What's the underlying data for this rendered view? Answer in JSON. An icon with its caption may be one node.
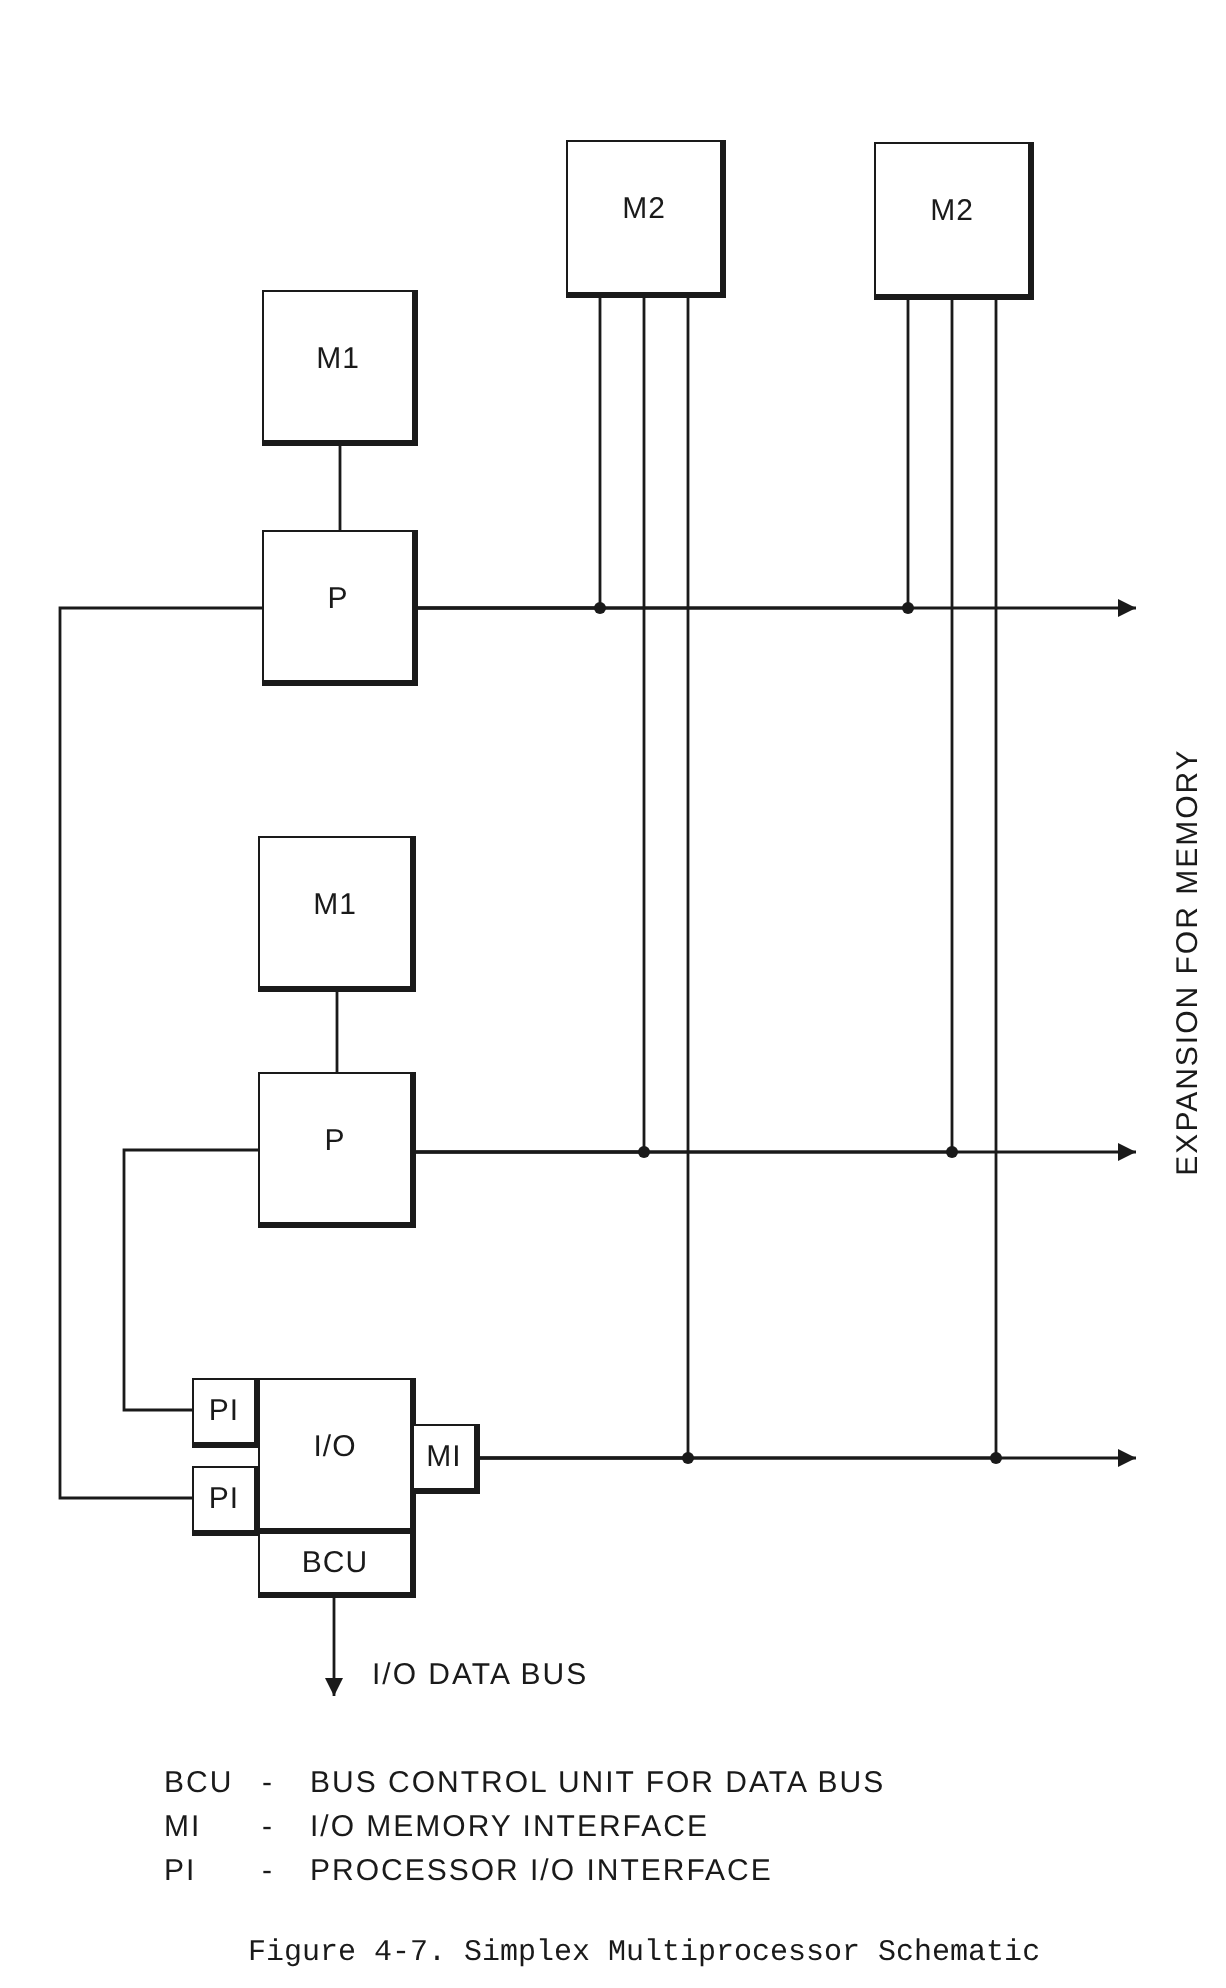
{
  "diagram": {
    "caption": "Figure 4-7. Simplex Multiprocessor Schematic",
    "nodes": [
      {
        "text": [
          "M2"
        ]
      },
      {
        "text": [
          "M2"
        ]
      },
      {
        "text": [
          "M1"
        ]
      },
      {
        "text": [
          "P"
        ]
      },
      {
        "text": [
          "M1"
        ]
      },
      {
        "text": [
          "P"
        ]
      },
      {
        "text": [
          "PI"
        ]
      },
      {
        "text": [
          "I/O"
        ]
      },
      {
        "text": [
          "MI"
        ]
      },
      {
        "text": [
          "PI"
        ]
      },
      {
        "text": [
          "BCU"
        ]
      }
    ],
    "edges": [
      {
        "from": 2,
        "to": 3,
        "arrow": "none"
      },
      {
        "from": 0,
        "to": 3,
        "arrow": "none"
      },
      {
        "from": 1,
        "to": 3,
        "arrow": "none"
      },
      {
        "from": 3,
        "to": null,
        "arrow": "to"
      },
      {
        "from": 4,
        "to": 5,
        "arrow": "none"
      },
      {
        "from": 0,
        "to": 5,
        "arrow": "none"
      },
      {
        "from": 1,
        "to": 5,
        "arrow": "none"
      },
      {
        "from": 5,
        "to": null,
        "arrow": "to"
      },
      {
        "from": 0,
        "to": 8,
        "arrow": "none"
      },
      {
        "from": 1,
        "to": 8,
        "arrow": "none"
      },
      {
        "from": 8,
        "to": null,
        "arrow": "to"
      },
      {
        "from": 3,
        "to": 9,
        "arrow": "none"
      },
      {
        "from": 5,
        "to": 6,
        "arrow": "none"
      },
      {
        "from": 10,
        "to": null,
        "arrow": "to",
        "label": "I/O DATA BUS"
      }
    ],
    "labels": [
      "EXPANSION FOR MEMORY",
      "BCU",
      "-",
      "BUS CONTROL UNIT FOR DATA BUS",
      "MI",
      "-",
      "I/O MEMORY INTERFACE",
      "PI",
      "-",
      "PROCESSOR I/O INTERFACE"
    ]
  }
}
